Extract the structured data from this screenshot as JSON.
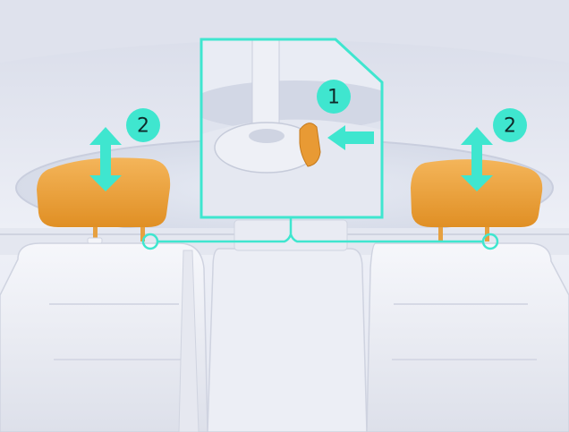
{
  "colors": {
    "accent": "#3fe6cf",
    "headrest": "#f0a53c",
    "interior": "#eef0f7",
    "badge_text": "#0f2a2a"
  },
  "callouts": {
    "step_1": "1",
    "step_2_left": "2",
    "step_2_right": "2"
  },
  "icons": {
    "press_arrow": "arrow-left-icon",
    "adjust_arrow": "arrow-up-down-icon"
  }
}
